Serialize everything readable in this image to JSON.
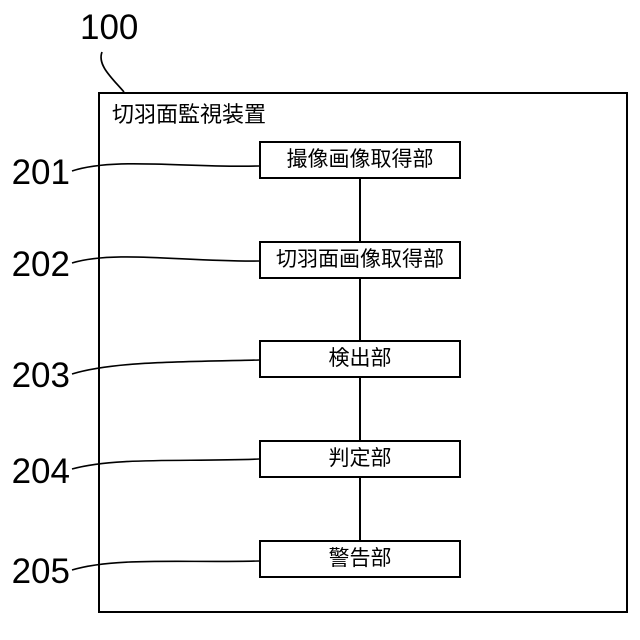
{
  "figure": {
    "reference_number": "100",
    "device_title": "切羽面監視装置",
    "blocks": [
      {
        "ref": "201",
        "label": "撮像画像取得部"
      },
      {
        "ref": "202",
        "label": "切羽面画像取得部"
      },
      {
        "ref": "203",
        "label": "検出部"
      },
      {
        "ref": "204",
        "label": "判定部"
      },
      {
        "ref": "205",
        "label": "警告部"
      }
    ],
    "colors": {
      "line": "#000000",
      "background": "#ffffff"
    }
  }
}
